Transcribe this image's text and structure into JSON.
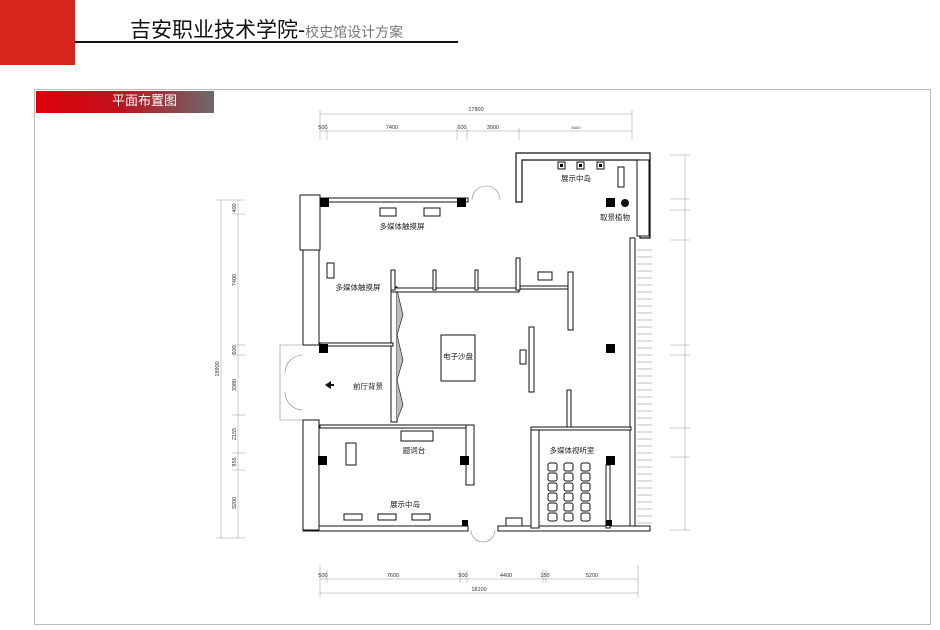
{
  "header": {
    "title": "吉安职业技术学院",
    "separator": "-",
    "subtitle": "校史馆设计方案"
  },
  "section": {
    "label": "平面布置图"
  },
  "brand_color": "#d9261c",
  "plan": {
    "top_dims": {
      "total": "17800",
      "segments": [
        "500",
        "7400",
        "600",
        "3000",
        "8400"
      ]
    },
    "bottom_dims": {
      "total": "18100",
      "segments": [
        "500",
        "7600",
        "500",
        "4400",
        "150",
        "5200"
      ]
    },
    "left_dims": {
      "total": "18900",
      "segments": [
        "400",
        "7400",
        "600",
        "3380",
        "2155",
        "955",
        "3200"
      ]
    },
    "rooms": {
      "display_island_top": "展示中岛",
      "scenery_plant": "取景植物",
      "touchscreen_top": "多媒体触摸屏",
      "touchscreen_left": "多媒体触摸屏",
      "sand_table": "电子沙盘",
      "lobby_background": "前厅背景",
      "lectern": "题词台",
      "display_island_bottom": "展示中岛",
      "av_room": "多媒体视听室"
    }
  }
}
